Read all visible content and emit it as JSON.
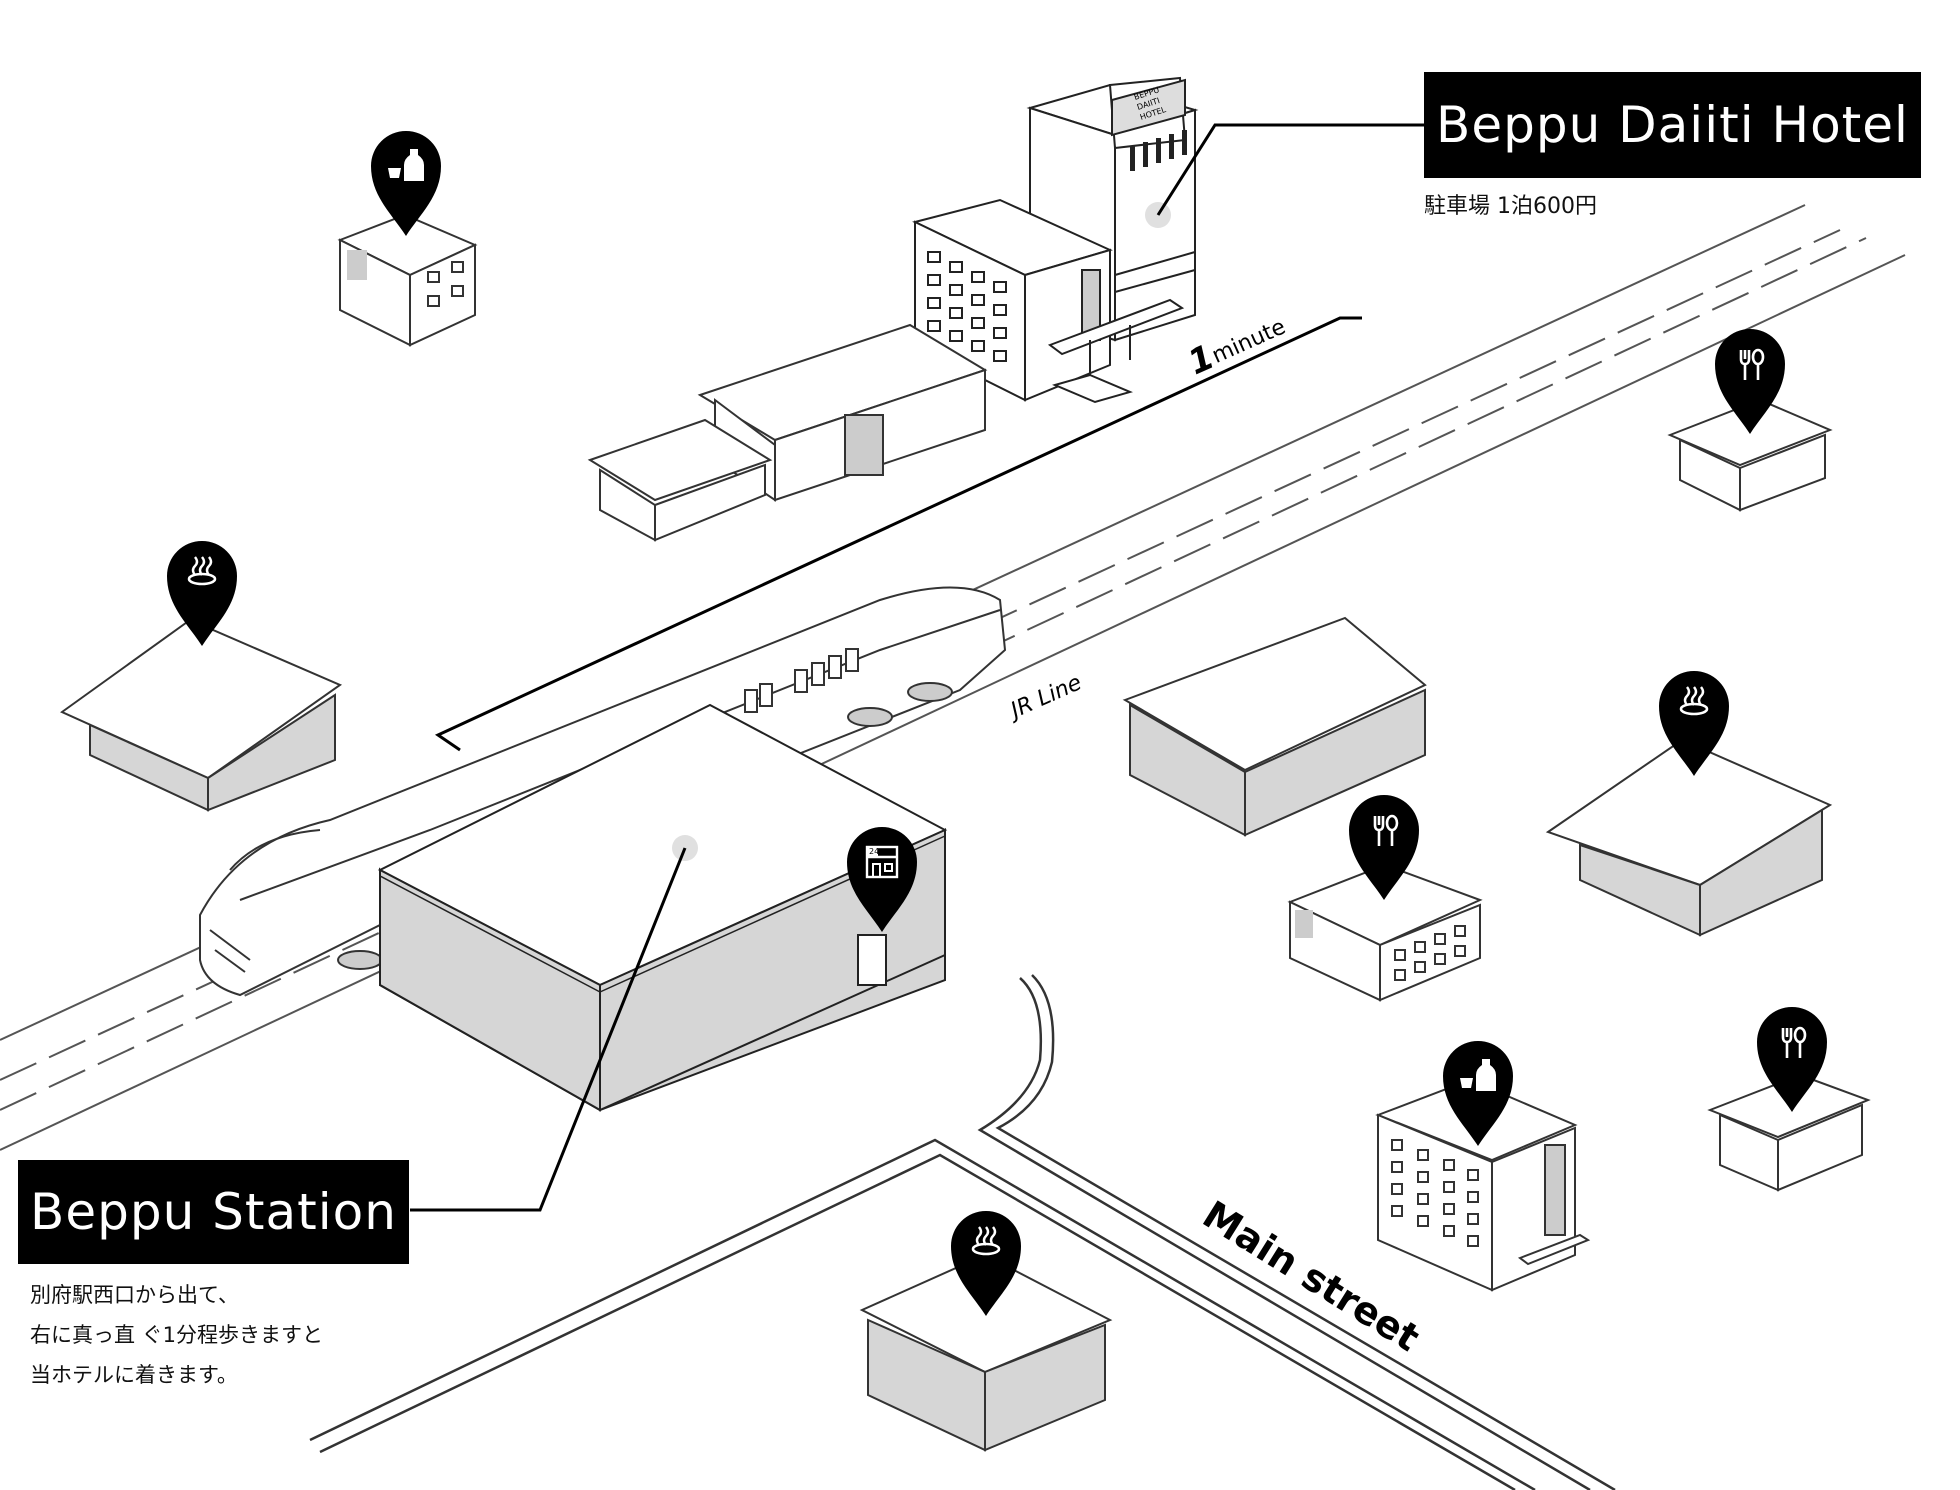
{
  "hotel": {
    "name": "Beppu Daiiti Hotel",
    "parking": "駐車場 1泊600円",
    "sign_lines": [
      "BEPPU",
      "DAIITI",
      "HOTEL"
    ]
  },
  "station": {
    "name": "Beppu Station",
    "directions": [
      "別府駅西口から出て、",
      "右に真っ直 ぐ1分程歩きますと",
      "当ホテルに着きます。"
    ]
  },
  "walk": {
    "number": "1",
    "unit": "minute"
  },
  "rail": {
    "label": "JR Line"
  },
  "street": {
    "label": "Main street"
  },
  "convenience": {
    "badge": "24"
  },
  "markers": [
    {
      "name": "sake-marker-top",
      "icon": "sake-bottle-icon"
    },
    {
      "name": "restaurant-marker-right",
      "icon": "fork-spoon-icon"
    },
    {
      "name": "onsen-marker-left",
      "icon": "hot-spring-icon"
    },
    {
      "name": "convenience-store-marker",
      "icon": "convenience-store-icon"
    },
    {
      "name": "onsen-marker-right",
      "icon": "hot-spring-icon"
    },
    {
      "name": "restaurant-marker-center",
      "icon": "fork-spoon-icon"
    },
    {
      "name": "sake-marker-bottom",
      "icon": "sake-bottle-icon"
    },
    {
      "name": "restaurant-marker-bottom-right",
      "icon": "fork-spoon-icon"
    },
    {
      "name": "onsen-marker-bottom",
      "icon": "hot-spring-icon"
    }
  ],
  "colors": {
    "ink": "#000000",
    "wall": "#d6d6d6",
    "roof": "#ffffff",
    "highlight": "#e0e0e0"
  }
}
